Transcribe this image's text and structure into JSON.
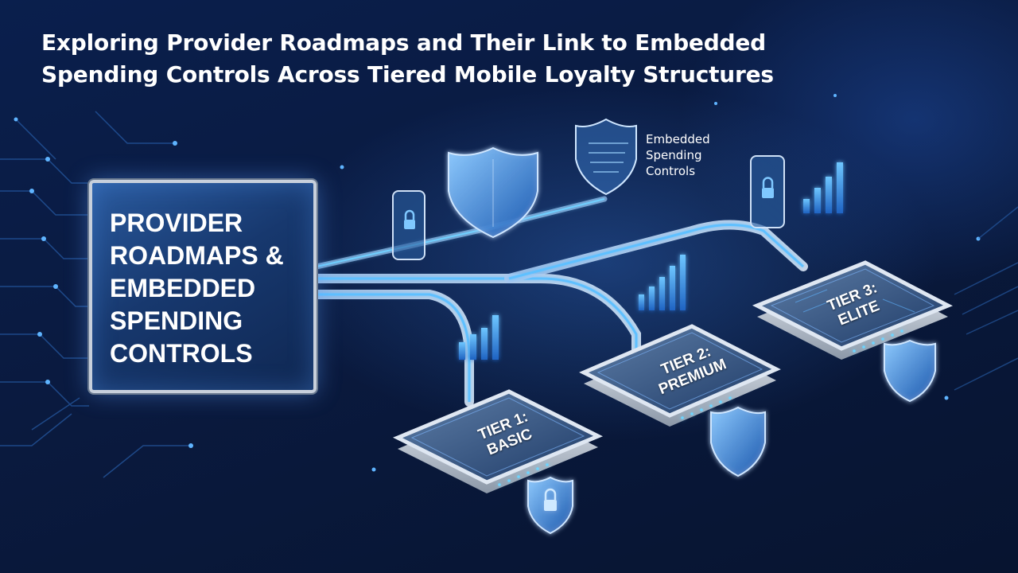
{
  "headline": {
    "line1": "Exploring Provider Roadmaps and Their Link to Embedded",
    "line2": "Spending Controls Across Tiered Mobile Loyalty Structures"
  },
  "main_panel": {
    "lines": [
      "PROVIDER",
      "ROADMAPS &",
      "EMBEDDED",
      "SPENDING",
      "CONTROLS"
    ]
  },
  "callout": {
    "lines": [
      "Embedded",
      "Spending",
      "Controls"
    ]
  },
  "tiers": [
    {
      "line1": "TIER 1:",
      "line2": "BASIC"
    },
    {
      "line1": "TIER 2:",
      "line2": "PREMIUM"
    },
    {
      "line1": "TIER 3:",
      "line2": "ELITE"
    }
  ],
  "colors": {
    "background": "#0a1f4d",
    "accent_glow": "#4fb3ff",
    "panel_fill": "#1b3f78",
    "platform_metal": "#c9d2de"
  },
  "icons": [
    "shield-icon",
    "padlock-icon",
    "smartphone-icon",
    "bar-chart-icon",
    "circuit-traces"
  ]
}
